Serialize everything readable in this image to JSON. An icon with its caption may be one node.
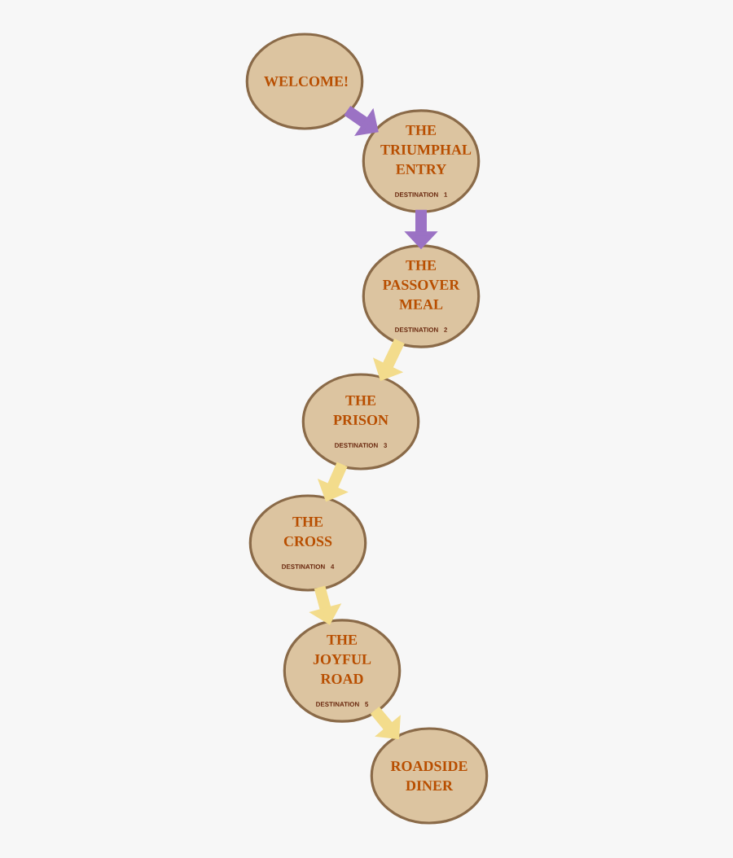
{
  "diagram": {
    "nodes": [
      {
        "text": [
          "WELCOME!"
        ]
      },
      {
        "text": [
          "THE TRIUMPHAL ENTRY",
          "DESTINATION 1"
        ]
      },
      {
        "text": [
          "THE PASSOVER MEAL",
          "DESTINATION 2"
        ]
      },
      {
        "text": [
          "THE PRISON",
          "DESTINATION 3"
        ]
      },
      {
        "text": [
          "THE CROSS",
          "DESTINATION 4"
        ]
      },
      {
        "text": [
          "THE JOYFUL ROAD",
          "DESTINATION 5"
        ]
      },
      {
        "text": [
          "ROADSIDE DINER"
        ]
      }
    ],
    "edges": [
      {
        "from": 0,
        "to": 1,
        "arrow": "to",
        "color": "#9b72c4"
      },
      {
        "from": 1,
        "to": 2,
        "arrow": "to",
        "color": "#9b72c4"
      },
      {
        "from": 2,
        "to": 3,
        "arrow": "to"
      },
      {
        "from": 3,
        "to": 4,
        "arrow": "to"
      },
      {
        "from": 4,
        "to": 5,
        "arrow": "to"
      },
      {
        "from": 5,
        "to": 6,
        "arrow": "to"
      }
    ]
  }
}
